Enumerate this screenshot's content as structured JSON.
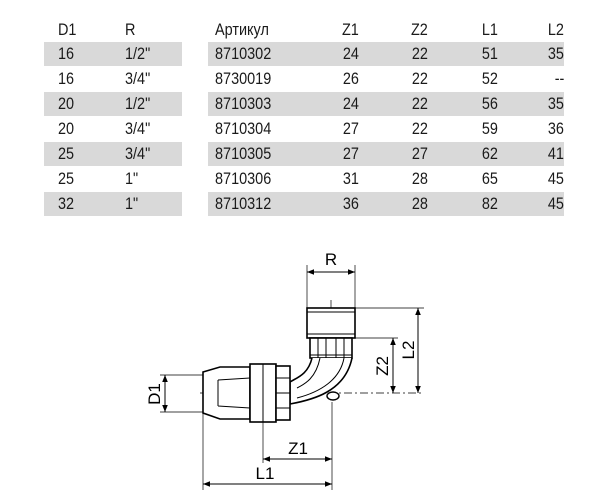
{
  "table": {
    "headers": [
      "D1",
      "R",
      "Артикул",
      "Z1",
      "Z2",
      "L1",
      "L2"
    ],
    "rows": [
      [
        "16",
        "1/2\"",
        "8710302",
        "24",
        "22",
        "51",
        "35"
      ],
      [
        "16",
        "3/4\"",
        "8730019",
        "26",
        "22",
        "52",
        "--"
      ],
      [
        "20",
        "1/2\"",
        "8710303",
        "24",
        "22",
        "56",
        "35"
      ],
      [
        "20",
        "3/4\"",
        "8710304",
        "27",
        "22",
        "59",
        "36"
      ],
      [
        "25",
        "3/4\"",
        "8710305",
        "27",
        "27",
        "62",
        "41"
      ],
      [
        "25",
        "1\"",
        "8710306",
        "31",
        "28",
        "65",
        "45"
      ],
      [
        "32",
        "1\"",
        "8710312",
        "36",
        "28",
        "82",
        "45"
      ]
    ]
  },
  "diagram": {
    "labels": {
      "r": "R",
      "l2": "L2",
      "z2": "Z2",
      "d1": "D1",
      "z1": "Z1",
      "l1": "L1"
    }
  },
  "colors": {
    "band": "#d9d9d9"
  }
}
